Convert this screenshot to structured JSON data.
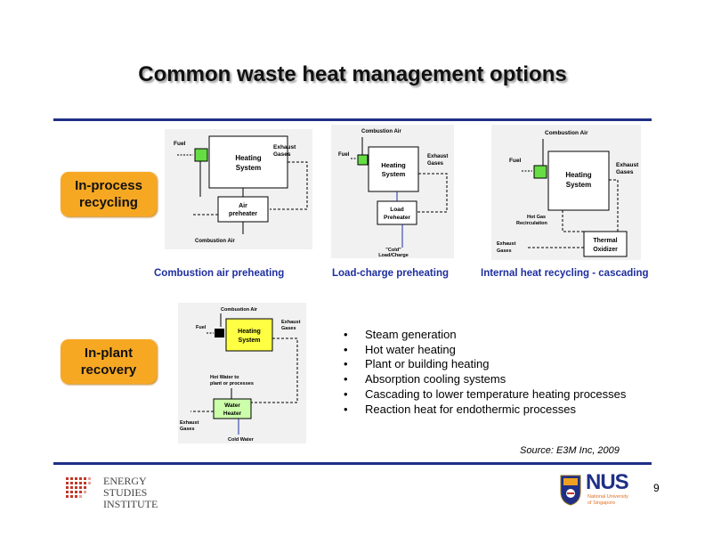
{
  "title": "Common waste heat management options",
  "labels": {
    "in_process": [
      "In-process",
      "recycling"
    ],
    "in_plant": [
      "In-plant",
      "recovery"
    ]
  },
  "captions": {
    "d1": "Combustion air preheating",
    "d2": "Load-charge preheating",
    "d3": "Internal heat recycling - cascading"
  },
  "diagrams": {
    "d1": {
      "fuel": "Fuel",
      "heating": [
        "Heating",
        "System"
      ],
      "exhaust": [
        "Exhaust",
        "Gases"
      ],
      "preheater": [
        "Air",
        "preheater"
      ],
      "air": "Combustion Air"
    },
    "d2": {
      "air": "Combustion Air",
      "fuel": "Fuel",
      "heating": [
        "Heating",
        "System"
      ],
      "exhaust": [
        "Exhaust",
        "Gases"
      ],
      "preheater": [
        "Load",
        "Preheater"
      ],
      "cold": [
        "\"Cold\"",
        "Load/Charge"
      ]
    },
    "d3": {
      "air": "Combustion Air",
      "fuel": "Fuel",
      "heating": [
        "Heating",
        "System"
      ],
      "exhaust": [
        "Exhaust",
        "Gases"
      ],
      "recirc": [
        "Hot Gas",
        "Recirculation"
      ],
      "exhaust2": [
        "Exhaust",
        "Gases"
      ],
      "oxidizer": [
        "Thermal",
        "Oxidizer"
      ]
    },
    "d4": {
      "air": "Combustion Air",
      "fuel": "Fuel",
      "heating": [
        "Heating",
        "System"
      ],
      "exhaust": [
        "Exhaust",
        "Gases"
      ],
      "hotwater": [
        "Hot Water to",
        "plant or processes"
      ],
      "heater": [
        "Water",
        "Heater"
      ],
      "exhaust2": [
        "Exhaust",
        "Gases"
      ],
      "cold": "Cold Water"
    }
  },
  "bullets": [
    "Steam generation",
    "Hot water heating",
    "Plant or building heating",
    "Absorption cooling systems",
    "Cascading to lower temperature heating processes",
    "Reaction heat for endothermic processes"
  ],
  "source": "Source: E3M Inc, 2009",
  "page_number": "9",
  "logos": {
    "esi": [
      "ENERGY",
      "STUDIES",
      "INSTITUTE"
    ],
    "nus": {
      "name": "NUS",
      "sub": [
        "National University",
        "of Singapore"
      ]
    }
  },
  "colors": {
    "rule": "#1f2f86",
    "label_bg": "#f7a823",
    "caption": "#1f2f9f",
    "fuel_box": "#66dd44",
    "heating_yellow": "#ffff44",
    "heater_green": "#ccffaa"
  }
}
